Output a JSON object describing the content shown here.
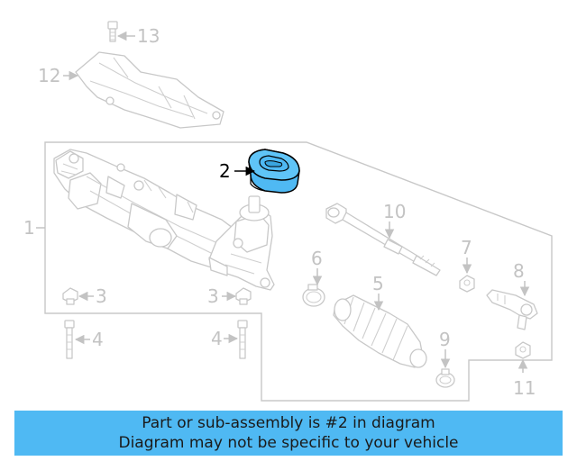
{
  "diagram": {
    "callouts": [
      "1",
      "2",
      "3",
      "3",
      "4",
      "4",
      "5",
      "6",
      "7",
      "8",
      "9",
      "10",
      "11",
      "12",
      "13"
    ],
    "highlight_color": "#4fb9f3",
    "part_color": "#c8c8c8"
  },
  "banner": {
    "line1": "Part or sub-assembly is #2 in diagram",
    "line2": "Diagram may not be specific to your vehicle",
    "background": "#4fb9f3"
  }
}
